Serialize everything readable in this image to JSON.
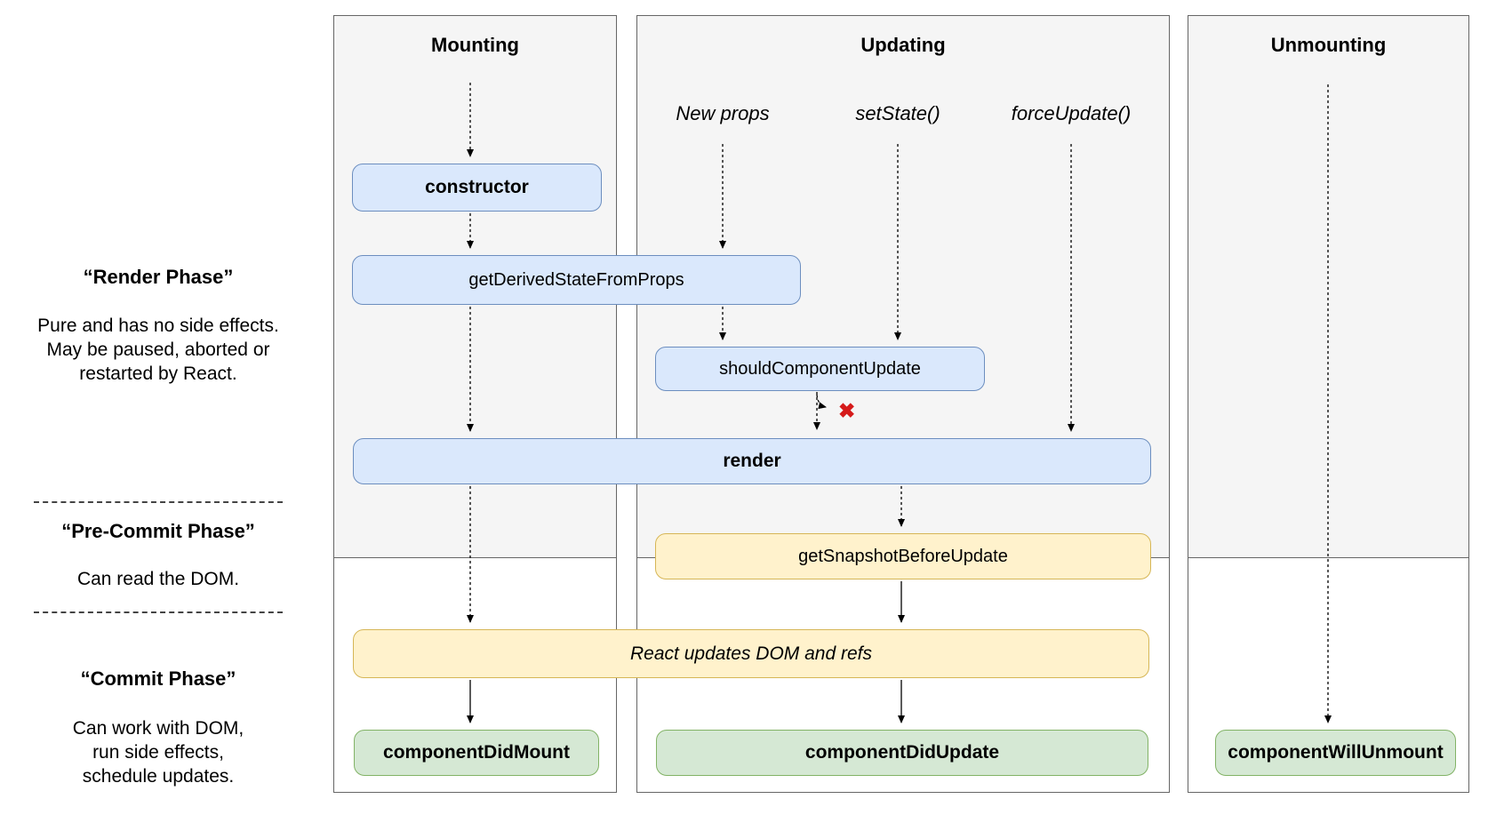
{
  "columns": {
    "mounting": {
      "title": "Mounting"
    },
    "updating": {
      "title": "Updating",
      "triggers": {
        "new_props": "New props",
        "set_state": "setState()",
        "force_update": "forceUpdate()"
      }
    },
    "unmounting": {
      "title": "Unmounting"
    }
  },
  "phases_panel": {
    "render_phase": {
      "title": "“Render Phase”",
      "lines": [
        "Pure and has no side effects.",
        "May be paused, aborted or",
        "restarted by React."
      ]
    },
    "pre_commit_phase": {
      "title": "“Pre-Commit Phase”",
      "lines": [
        "Can read the DOM."
      ]
    },
    "commit_phase": {
      "title": "“Commit Phase”",
      "lines": [
        "Can work with DOM,",
        "run side effects,",
        "schedule updates."
      ]
    }
  },
  "nodes": {
    "constructor": "constructor",
    "get_derived_state_from_props": "getDerivedStateFromProps",
    "should_component_update": "shouldComponentUpdate",
    "render": "render",
    "get_snapshot_before_update": "getSnapshotBeforeUpdate",
    "react_updates_dom_and_refs": "React updates DOM and refs",
    "component_did_mount": "componentDidMount",
    "component_did_update": "componentDidUpdate",
    "component_will_unmount": "componentWillUnmount"
  },
  "markers": {
    "update_cancelled": "✖"
  },
  "theme": {
    "render_phase_box_fill": "#dae8fc",
    "render_phase_box_border": "#6c8ebf",
    "pre_commit_box_fill": "#fff2cc",
    "pre_commit_box_border": "#d6b656",
    "commit_box_fill": "#d5e8d4",
    "commit_box_border": "#82b366",
    "column_shade_fill": "#f5f5f5",
    "column_border": "#666666",
    "cancel_x_color": "#d51a1a"
  }
}
